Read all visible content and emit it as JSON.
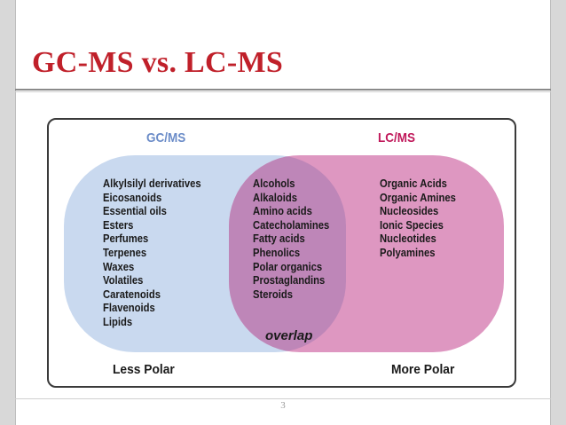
{
  "slide": {
    "title": "GC-MS vs. LC-MS",
    "page_number": "3"
  },
  "diagram": {
    "gc_header": "GC/MS",
    "lc_header": "LC/MS",
    "gc_items": [
      "Alkylsilyl derivatives",
      "Eicosanoids",
      "Essential oils",
      "Esters",
      "Perfumes",
      "Terpenes",
      "Waxes",
      "Volatiles",
      "Caratenoids",
      "Flavenoids",
      "Lipids"
    ],
    "overlap_items": [
      "Alcohols",
      "Alkaloids",
      "Amino acids",
      "Catecholamines",
      "Fatty acids",
      "Phenolics",
      "Polar organics",
      "Prostaglandins",
      "Steroids"
    ],
    "lc_items": [
      "Organic Acids",
      "Organic Amines",
      "Nucleosides",
      "Ionic Species",
      "Nucleotides",
      "Polyamines"
    ],
    "overlap_label": "overlap",
    "less_polar_label": "Less Polar",
    "more_polar_label": "More Polar"
  },
  "colors": {
    "title": "#c0202a",
    "gc_region": "#c9d9ef",
    "lc_region": "#de97c1",
    "overlap_region": "#be86b8",
    "gc_header": "#6b8cc8",
    "lc_header": "#c0185a"
  }
}
